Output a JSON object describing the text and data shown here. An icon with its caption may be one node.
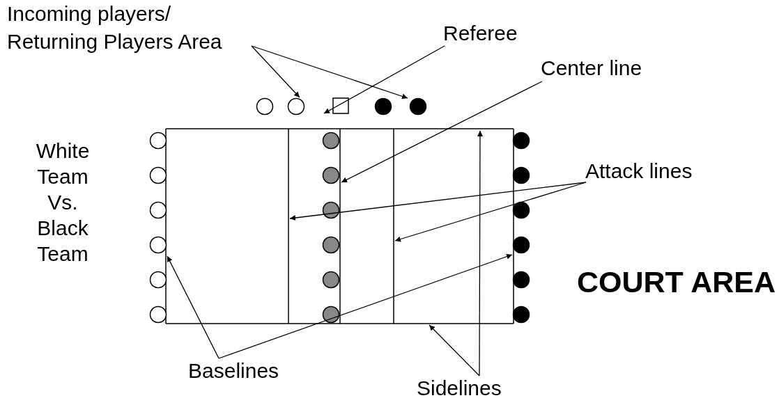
{
  "diagram": {
    "nodes": [
      {
        "text": [
          "Incoming players/ Returning Players Area"
        ]
      },
      {
        "text": [
          "Referee"
        ]
      },
      {
        "text": [
          "Center line"
        ]
      },
      {
        "text": [
          "Attack lines"
        ]
      },
      {
        "text": [
          "Baselines"
        ]
      },
      {
        "text": [
          "Sidelines"
        ]
      },
      {
        "text": [],
        "shape": "circle"
      },
      {
        "text": [],
        "shape": "circle"
      },
      {
        "text": [],
        "shape": "box"
      },
      {
        "text": [],
        "shape": "line"
      },
      {
        "text": [],
        "shape": "line"
      },
      {
        "text": [],
        "shape": "line"
      },
      {
        "text": [],
        "shape": "line"
      },
      {
        "text": [],
        "shape": "line"
      },
      {
        "text": [],
        "shape": "line"
      },
      {
        "text": [],
        "shape": "line"
      },
      {
        "text": [],
        "shape": "circle"
      },
      {
        "text": [],
        "shape": "circle"
      },
      {
        "text": [],
        "shape": "circle"
      },
      {
        "text": [],
        "shape": "circle"
      },
      {
        "text": [],
        "shape": "circle"
      },
      {
        "text": [],
        "shape": "circle"
      },
      {
        "text": [],
        "shape": "circle"
      },
      {
        "text": [],
        "shape": "circle"
      },
      {
        "text": [],
        "shape": "circle"
      },
      {
        "text": [],
        "shape": "circle"
      },
      {
        "text": [],
        "shape": "circle"
      },
      {
        "text": [],
        "shape": "circle"
      },
      {
        "text": [],
        "shape": "circle"
      },
      {
        "text": [],
        "shape": "circle"
      },
      {
        "text": [],
        "shape": "circle"
      },
      {
        "text": [],
        "shape": "circle"
      },
      {
        "text": [],
        "shape": "circle"
      },
      {
        "text": [],
        "shape": "circle"
      },
      {
        "text": [],
        "shape": "circle"
      },
      {
        "text": [],
        "shape": "circle"
      }
    ],
    "edges": [
      {
        "from": 0,
        "to": 6,
        "arrow": "to"
      },
      {
        "from": 0,
        "to": 7,
        "arrow": "to"
      },
      {
        "from": 1,
        "to": 8,
        "arrow": "to"
      },
      {
        "from": 2,
        "to": 9,
        "arrow": "to"
      },
      {
        "from": 3,
        "to": 10,
        "arrow": "to"
      },
      {
        "from": 3,
        "to": 15,
        "arrow": "to"
      },
      {
        "from": 4,
        "to": 11,
        "arrow": "to"
      },
      {
        "from": 4,
        "to": 12,
        "arrow": "to"
      },
      {
        "from": 5,
        "to": 13,
        "arrow": "to"
      },
      {
        "from": 5,
        "to": 14,
        "arrow": "to"
      }
    ],
    "labels": [
      "White Team Vs. Black Team",
      "COURT AREA"
    ]
  }
}
